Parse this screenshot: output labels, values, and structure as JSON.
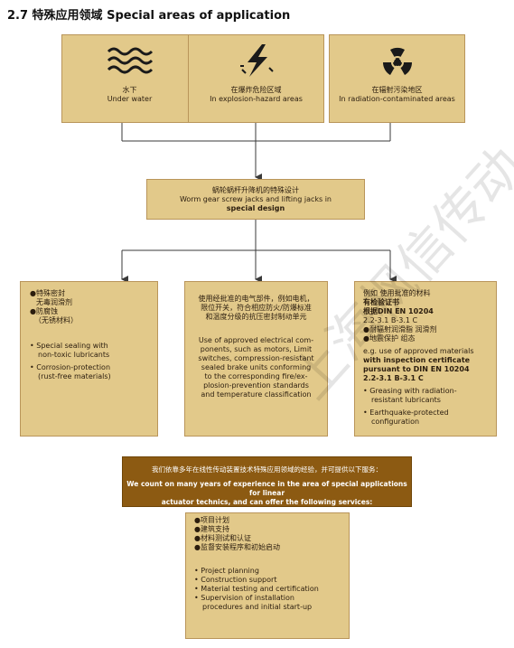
{
  "heading": "2.7 特殊应用领域 Special areas of application",
  "areas": [
    {
      "icon": "waves-icon",
      "zh": "水下",
      "en": "Under water"
    },
    {
      "icon": "explosion-icon",
      "zh": "在爆炸危险区域",
      "en": "In explosion-hazard areas"
    },
    {
      "icon": "radiation-icon",
      "zh": "在辐射污染地区",
      "en": "In radiation-contaminated areas"
    }
  ],
  "special_design": {
    "zh": "蜗轮蜗杆升降机的特殊设计",
    "en": "Worm gear screw jacks and lifting jacks in",
    "en_bold": "special design"
  },
  "columns": {
    "left": {
      "zh1": "●特殊密封",
      "zh2": "无毒润滑剂",
      "zh3": "●防腐蚀",
      "zh4": "（无锈材料）",
      "en1": "•  Special sealing with",
      "en2": "non-toxic lubricants",
      "en3": "•  Corrosion-protection",
      "en4": "(rust-free materials)"
    },
    "middle": {
      "zh1": "使用经批准的电气部件，例如电机，",
      "zh2": "限位开关，符合相应防火/防爆标准",
      "zh3": "和温度分级的抗压密封制动单元",
      "en1": "Use of approved electrical com-",
      "en2": "ponents, such as motors, Limit",
      "en3": "switches, compression-resistant",
      "en4": "sealed brake units conforming",
      "en5": "to the corresponding fire/ex-",
      "en6": "plosion-prevention standards",
      "en7": "and temperature classification"
    },
    "right": {
      "zh1": "例如 使用批准的材料",
      "zh2": "有检验证书",
      "zh3": "根据DIN EN 10204",
      "zh4": "2.2-3.1 B-3.1 C",
      "zh5": "●耐辐射润滑脂 润滑剂",
      "zh6": "●地震保护 组态",
      "en1": "e.g. use of approved materials",
      "en2": "with inspection certificate",
      "en3": "pursuant to DIN EN 10204",
      "en4": "2.2-3.1 B-3.1 C",
      "en5": "•  Greasing with radiation-",
      "en6": "resistant lubricants",
      "en7": "•  Earthquake-protected",
      "en8": "configuration"
    }
  },
  "experience": {
    "zh": "我们依靠多年在线性传动装置技术特殊应用领域的经验，并可提供以下服务：",
    "en1": "We count on many years of experience in the area of special applications for linear",
    "en2": "actuator technics, and can offer the following services:"
  },
  "services": {
    "zh1": "●项目计划",
    "zh2": "●建筑支持",
    "zh3": "●材料测试和认证",
    "zh4": "●监督安装程序和初始启动",
    "en1": "•  Project planning",
    "en2": "•  Construction support",
    "en3": "•  Material testing and certification",
    "en4": "•  Supervision of installation",
    "en5": "procedures and initial start-up"
  },
  "watermark": "上海枫信传动",
  "colors": {
    "box_fill": "#e2c98a",
    "box_border": "#b9955a",
    "dark_box": "#8c5a12",
    "line": "#3a3a3a"
  }
}
